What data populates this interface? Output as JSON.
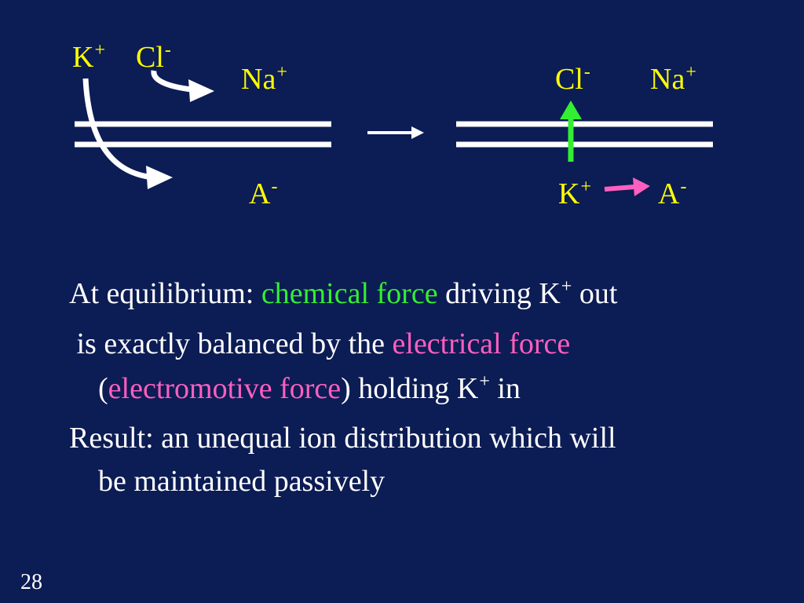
{
  "ions": {
    "left_k": {
      "base": "K",
      "charge": "+"
    },
    "left_cl": {
      "base": "Cl",
      "charge": "-"
    },
    "left_na": {
      "base": "Na",
      "charge": "+"
    },
    "left_a": {
      "base": "A",
      "charge": "-"
    },
    "right_cl": {
      "base": "Cl",
      "charge": "-"
    },
    "right_na": {
      "base": "Na",
      "charge": "+"
    },
    "right_k": {
      "base": "K",
      "charge": "+"
    },
    "right_a": {
      "base": "A",
      "charge": "-"
    }
  },
  "text": {
    "line1": {
      "prefix": "At equilibrium: ",
      "chemical_force": "chemical force",
      "mid": " driving K",
      "charge": "+",
      "suffix": " out"
    },
    "line2": {
      "prefix": " is exactly balanced by the ",
      "electrical_force": "electrical force"
    },
    "line3": {
      "open_paren": "(",
      "electromotive_force": "electromotive force",
      "mid": ") holding K",
      "charge": "+",
      "suffix": " in"
    },
    "line4": "Result: an unequal ion distribution which will",
    "line5": "be maintained passively"
  },
  "colors": {
    "background": "#0c1c54",
    "ion_label": "#ffff00",
    "body_text": "#ffffff",
    "chemical_highlight": "#33ee33",
    "electrical_highlight": "#ff5fbf",
    "membrane": "#ffffff",
    "flux_arrow": "#ffffff",
    "green_arrow": "#33ee33",
    "pink_arrow": "#ff5fbf"
  },
  "slide_number": "28"
}
